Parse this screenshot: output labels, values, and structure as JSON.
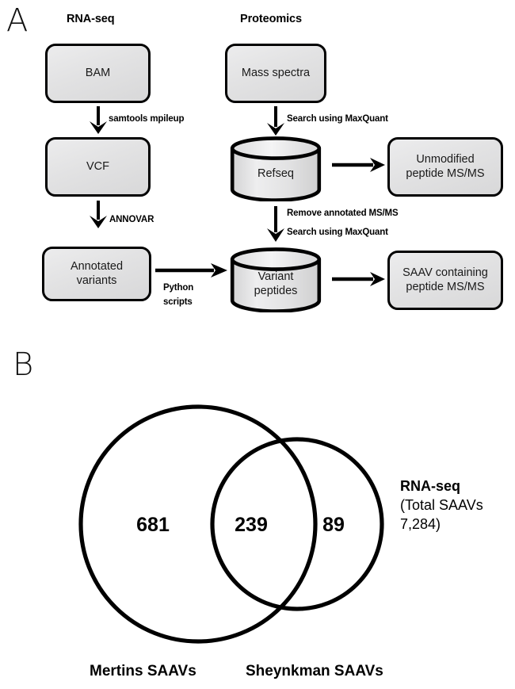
{
  "figure": {
    "panel_a_letter": "A",
    "panel_b_letter": "B"
  },
  "panel_a": {
    "column_headers": {
      "rnaseq": "RNA-seq",
      "proteomics": "Proteomics"
    },
    "nodes": {
      "bam": "BAM",
      "vcf": "VCF",
      "annotated_variants_line1": "Annotated",
      "annotated_variants_line2": "variants",
      "mass_spectra": "Mass spectra",
      "refseq": "Refseq",
      "variant_peptides_line1": "Variant",
      "variant_peptides_line2": "peptides",
      "unmodified_peptide_line1": "Unmodified",
      "unmodified_peptide_line2": "peptide MS/MS",
      "saav_peptide_line1": "SAAV containing",
      "saav_peptide_line2": "peptide MS/MS"
    },
    "edge_labels": {
      "samtools_mpileup": "samtools mpileup",
      "annovar": "ANNOVAR",
      "python_scripts_line1": "Python",
      "python_scripts_line2": "scripts",
      "search_maxquant_top": "Search using MaxQuant",
      "remove_annotated": "Remove annotated MS/MS",
      "search_maxquant_second": "Search using MaxQuant"
    }
  },
  "panel_b": {
    "chart_data": {
      "type": "venn",
      "title": "",
      "sets": [
        {
          "name": "Mertins SAAVs",
          "exclusive_value": 681
        },
        {
          "name": "Sheynkman SAAVs",
          "exclusive_value": 89
        }
      ],
      "intersection_value": 239,
      "labels": {
        "left_only": "681",
        "intersection": "239",
        "right_only": "89",
        "left_set": "Mertins  SAAVs",
        "right_set": "Sheynkman SAAVs"
      },
      "annotation": {
        "title": "RNA-seq",
        "subtitle_line1": "(Total SAAVs",
        "subtitle_line2": "7,284)",
        "total_saavs": "7,284"
      },
      "stroke_color": "#000000",
      "fill_color": "#ffffff"
    }
  },
  "colors": {
    "node_fill": "#e3e3e4",
    "node_stroke": "#000000",
    "text": "#000000",
    "background": "#ffffff"
  }
}
